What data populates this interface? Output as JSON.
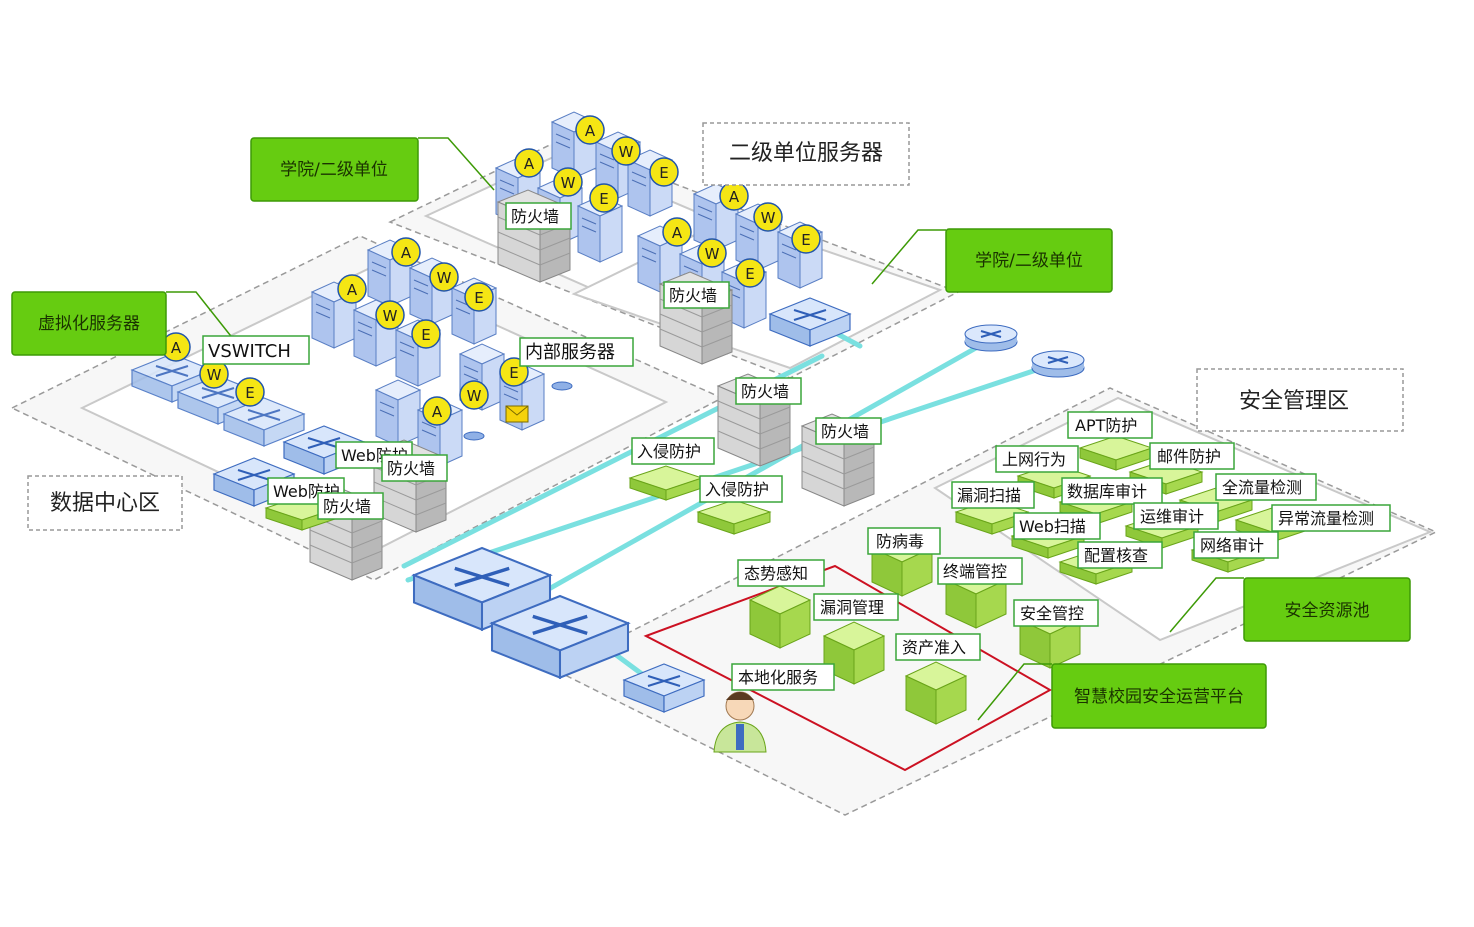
{
  "zones": {
    "datacenter": "数据中心区",
    "secondary_servers": "二级单位服务器",
    "security_mgmt": "安全管理区"
  },
  "callouts": {
    "college_1": "学院/二级单位",
    "college_2": "学院/二级单位",
    "virtual_servers": "虚拟化服务器",
    "resource_pool": "安全资源池",
    "ops_platform": "智慧校园安全运营平台"
  },
  "labels": {
    "vswitch": "VSWITCH",
    "internal_servers": "内部服务器",
    "firewall": "防火墙",
    "web_protect_1": "Web防护",
    "web_protect_2": "Web防护",
    "ips": "入侵防护",
    "apt": "APT防护",
    "internet_behavior": "上网行为",
    "mail_protect": "邮件防护",
    "vuln_scan": "漏洞扫描",
    "db_audit": "数据库审计",
    "full_flow": "全流量检测",
    "web_scan": "Web扫描",
    "ops_audit": "运维审计",
    "abnormal_flow": "异常流量检测",
    "config_check": "配置核查",
    "net_audit": "网络审计",
    "antivirus": "防病毒",
    "situational": "态势感知",
    "terminal_ctrl": "终端管控",
    "vuln_mgmt": "漏洞管理",
    "security_ctrl": "安全管控",
    "asset_access": "资产准入",
    "localized_service": "本地化服务"
  },
  "badges": {
    "a": "A",
    "w": "W",
    "e": "E"
  },
  "colors": {
    "callout_green": "#66cc11",
    "tag_border": "#3aa63a",
    "link_cyan": "#7ae0e0",
    "ops_red": "#cc1122",
    "server_blue": "#c8d8f4",
    "firewall_gray": "#cfcfcf"
  },
  "icons": [
    "server-icon",
    "firewall-icon",
    "switch-icon",
    "router-icon",
    "appliance-icon",
    "operator-icon",
    "mail-icon",
    "database-icon"
  ]
}
